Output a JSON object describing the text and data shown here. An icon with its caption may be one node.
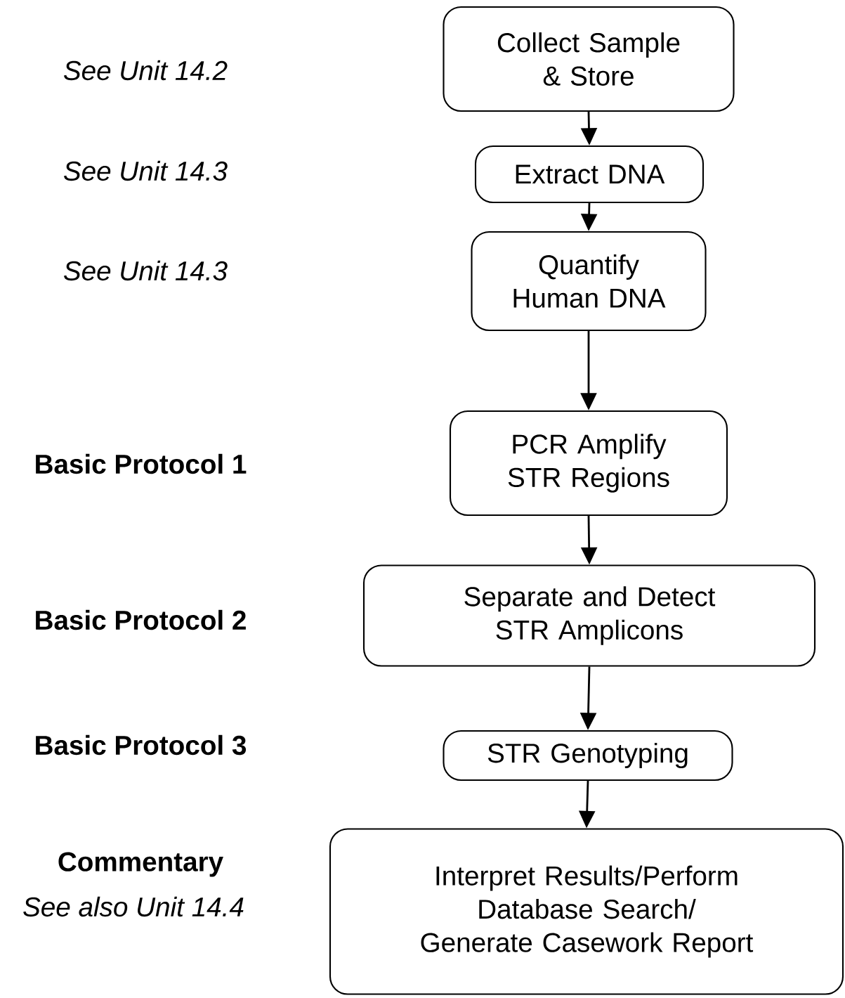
{
  "diagram": {
    "nodes": [
      {
        "text": [
          "Collect Sample & Store"
        ]
      },
      {
        "text": [
          "Extract DNA"
        ]
      },
      {
        "text": [
          "Quantify Human DNA"
        ]
      },
      {
        "text": [
          "PCR Amplify STR Regions"
        ]
      },
      {
        "text": [
          "Separate and Detect STR Amplicons"
        ]
      },
      {
        "text": [
          "STR Genotyping"
        ]
      },
      {
        "text": [
          "Interpret Results/Perform Database Search/ Generate Casework Report"
        ]
      }
    ],
    "edges": [
      {
        "from": 0,
        "to": 1,
        "arrow": "to"
      },
      {
        "from": 1,
        "to": 2,
        "arrow": "to"
      },
      {
        "from": 2,
        "to": 3,
        "arrow": "to"
      },
      {
        "from": 3,
        "to": 4,
        "arrow": "to"
      },
      {
        "from": 4,
        "to": 5,
        "arrow": "to"
      },
      {
        "from": 5,
        "to": 6,
        "arrow": "to"
      }
    ],
    "labels": [
      "See Unit 14.2",
      "See Unit 14.3",
      "See Unit 14.3",
      "Basic Protocol 1",
      "Basic Protocol 2",
      "Basic Protocol 3",
      "Commentary",
      "See also Unit 14.4"
    ]
  }
}
